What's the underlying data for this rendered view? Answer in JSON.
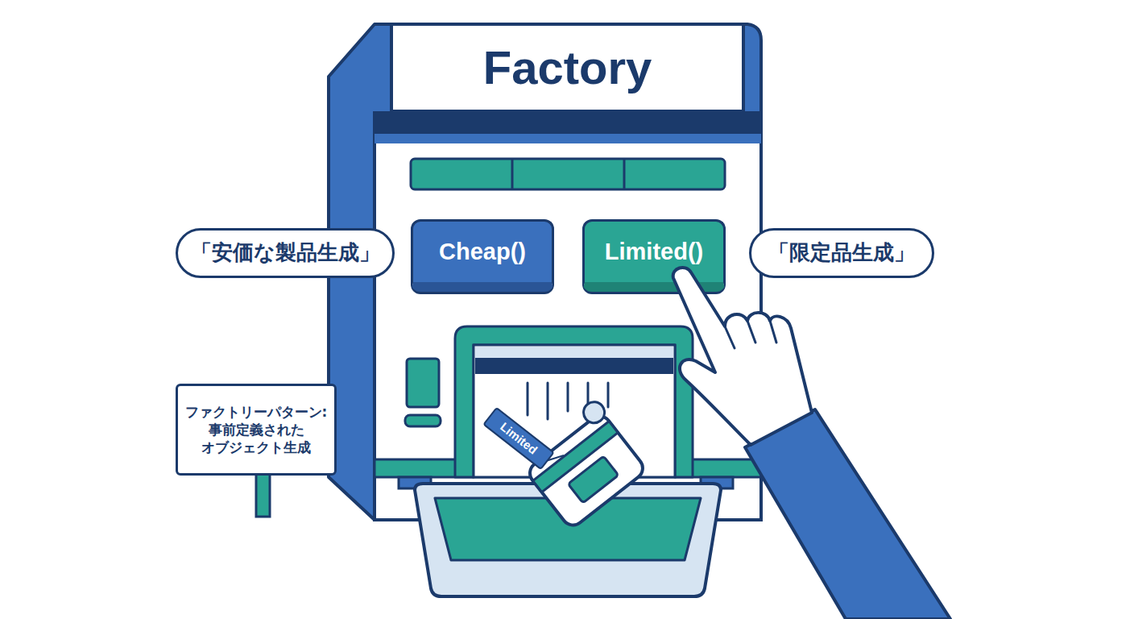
{
  "diagram": {
    "nodes": [
      {
        "text": [
          "Factory"
        ]
      },
      {
        "text": [
          "「安価な製品生成」"
        ]
      },
      {
        "text": [
          "Cheap()"
        ]
      },
      {
        "text": [
          "Limited()"
        ]
      },
      {
        "text": [
          "「限定品生成」"
        ]
      },
      {
        "text": [
          "ファクトリーパターン: 事前定義された オブジェクト生成"
        ]
      },
      {
        "text": [
          "Limited"
        ]
      }
    ]
  }
}
